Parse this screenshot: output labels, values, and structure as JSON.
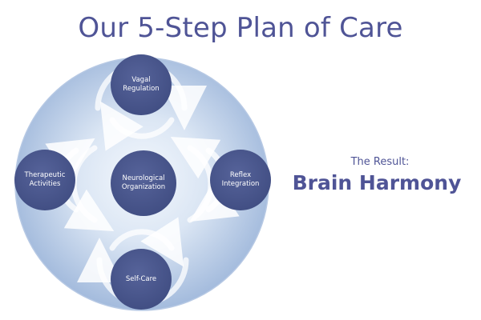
{
  "title": "Our 5-Step Plan of Care",
  "steps": {
    "center": "Neurological\nOrganization",
    "top": "Vagal\nRegulation",
    "left": "Therapeutic\nActivities",
    "right": "Reflex\nIntegration",
    "bottom": "Self-Care"
  },
  "result": {
    "label": "The Result:",
    "title": "Brain Harmony"
  },
  "colors": {
    "title": "#4f5496",
    "node": "#4a578e",
    "circle_light": "#eef3fa",
    "circle_dark": "#9fb8dd",
    "arrow": "#ffffff"
  }
}
